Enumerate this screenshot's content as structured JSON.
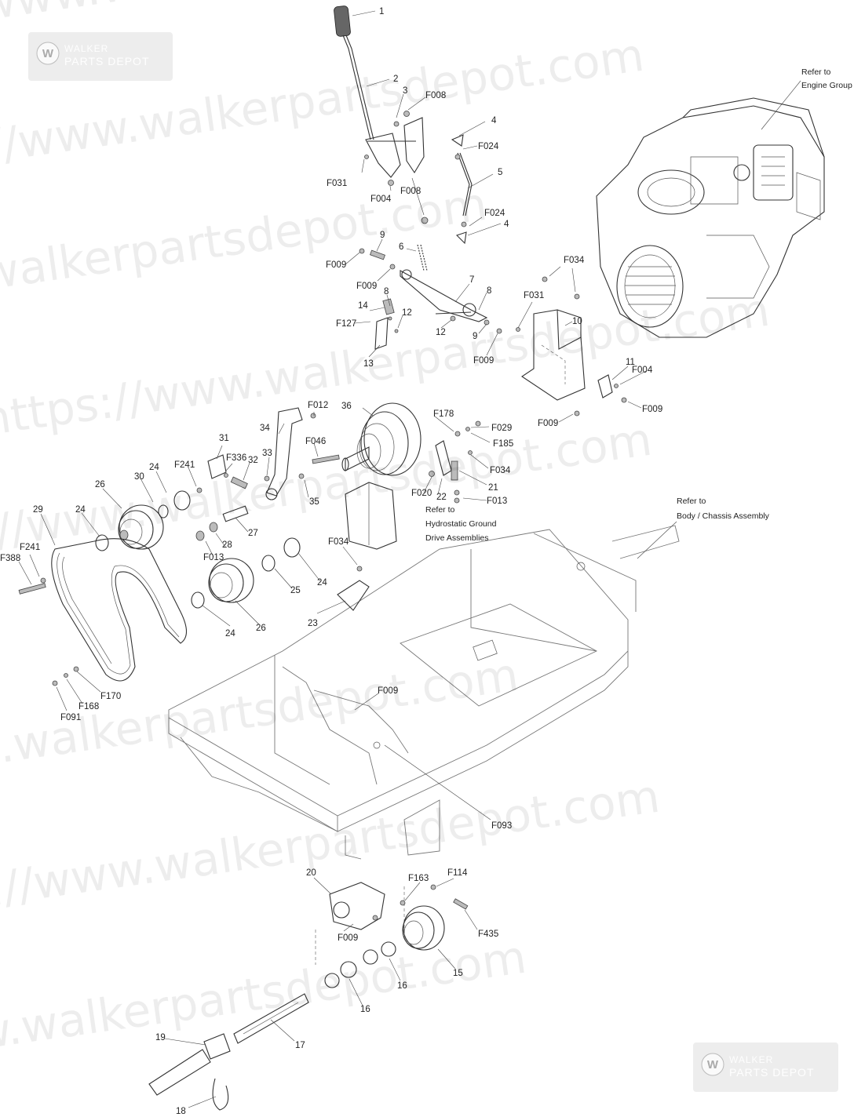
{
  "watermark": {
    "text": "https://www.walkerpartsdepot.com",
    "logo_top": "WALKER",
    "logo_bottom": "PARTS DEPOT"
  },
  "notes": {
    "engine": [
      "Refer to",
      "Engine Group"
    ],
    "hydro": [
      "Refer to",
      "Hydrostatic Ground",
      "Drive Assemblies"
    ],
    "chassis": [
      "Refer to",
      "Body / Chassis Assembly"
    ]
  },
  "callouts": [
    {
      "id": "c1",
      "text": "1"
    },
    {
      "id": "c2",
      "text": "2"
    },
    {
      "id": "c3",
      "text": "3"
    },
    {
      "id": "c4a",
      "text": "4"
    },
    {
      "id": "c4b",
      "text": "4"
    },
    {
      "id": "c5",
      "text": "5"
    },
    {
      "id": "c6",
      "text": "6"
    },
    {
      "id": "c7",
      "text": "7"
    },
    {
      "id": "c8a",
      "text": "8"
    },
    {
      "id": "c8b",
      "text": "8"
    },
    {
      "id": "c9a",
      "text": "9"
    },
    {
      "id": "c9b",
      "text": "9"
    },
    {
      "id": "c10",
      "text": "10"
    },
    {
      "id": "c11",
      "text": "11"
    },
    {
      "id": "c12a",
      "text": "12"
    },
    {
      "id": "c12b",
      "text": "12"
    },
    {
      "id": "c13",
      "text": "13"
    },
    {
      "id": "c14",
      "text": "14"
    },
    {
      "id": "c15",
      "text": "15"
    },
    {
      "id": "c16a",
      "text": "16"
    },
    {
      "id": "c16b",
      "text": "16"
    },
    {
      "id": "c17",
      "text": "17"
    },
    {
      "id": "c18",
      "text": "18"
    },
    {
      "id": "c19",
      "text": "19"
    },
    {
      "id": "c20",
      "text": "20"
    },
    {
      "id": "c21",
      "text": "21"
    },
    {
      "id": "c22",
      "text": "22"
    },
    {
      "id": "c23",
      "text": "23"
    },
    {
      "id": "c24a",
      "text": "24"
    },
    {
      "id": "c24b",
      "text": "24"
    },
    {
      "id": "c24c",
      "text": "24"
    },
    {
      "id": "c24d",
      "text": "24"
    },
    {
      "id": "c25",
      "text": "25"
    },
    {
      "id": "c26a",
      "text": "26"
    },
    {
      "id": "c26b",
      "text": "26"
    },
    {
      "id": "c27",
      "text": "27"
    },
    {
      "id": "c28",
      "text": "28"
    },
    {
      "id": "c29",
      "text": "29"
    },
    {
      "id": "c30",
      "text": "30"
    },
    {
      "id": "c31",
      "text": "31"
    },
    {
      "id": "c32",
      "text": "32"
    },
    {
      "id": "c33",
      "text": "33"
    },
    {
      "id": "c34",
      "text": "34"
    },
    {
      "id": "c35",
      "text": "35"
    },
    {
      "id": "c36",
      "text": "36"
    },
    {
      "id": "cF004a",
      "text": "F004"
    },
    {
      "id": "cF004b",
      "text": "F004"
    },
    {
      "id": "cF008a",
      "text": "F008"
    },
    {
      "id": "cF008b",
      "text": "F008"
    },
    {
      "id": "cF009a",
      "text": "F009"
    },
    {
      "id": "cF009b",
      "text": "F009"
    },
    {
      "id": "cF009c",
      "text": "F009"
    },
    {
      "id": "cF009d",
      "text": "F009"
    },
    {
      "id": "cF009e",
      "text": "F009"
    },
    {
      "id": "cF009f",
      "text": "F009"
    },
    {
      "id": "cF009g",
      "text": "F009"
    },
    {
      "id": "cF012",
      "text": "F012"
    },
    {
      "id": "cF013a",
      "text": "F013"
    },
    {
      "id": "cF013b",
      "text": "F013"
    },
    {
      "id": "cF020",
      "text": "F020"
    },
    {
      "id": "cF024a",
      "text": "F024"
    },
    {
      "id": "cF024b",
      "text": "F024"
    },
    {
      "id": "cF029",
      "text": "F029"
    },
    {
      "id": "cF031a",
      "text": "F031"
    },
    {
      "id": "cF031b",
      "text": "F031"
    },
    {
      "id": "cF034a",
      "text": "F034"
    },
    {
      "id": "cF034b",
      "text": "F034"
    },
    {
      "id": "cF034c",
      "text": "F034"
    },
    {
      "id": "cF046",
      "text": "F046"
    },
    {
      "id": "cF091",
      "text": "F091"
    },
    {
      "id": "cF093",
      "text": "F093"
    },
    {
      "id": "cF114",
      "text": "F114"
    },
    {
      "id": "cF127",
      "text": "F127"
    },
    {
      "id": "cF163",
      "text": "F163"
    },
    {
      "id": "cF168",
      "text": "F168"
    },
    {
      "id": "cF170",
      "text": "F170"
    },
    {
      "id": "cF178",
      "text": "F178"
    },
    {
      "id": "cF185",
      "text": "F185"
    },
    {
      "id": "cF241a",
      "text": "F241"
    },
    {
      "id": "cF241b",
      "text": "F241"
    },
    {
      "id": "cF336",
      "text": "F336"
    },
    {
      "id": "cF388",
      "text": "F388"
    },
    {
      "id": "cF435",
      "text": "F435"
    }
  ]
}
